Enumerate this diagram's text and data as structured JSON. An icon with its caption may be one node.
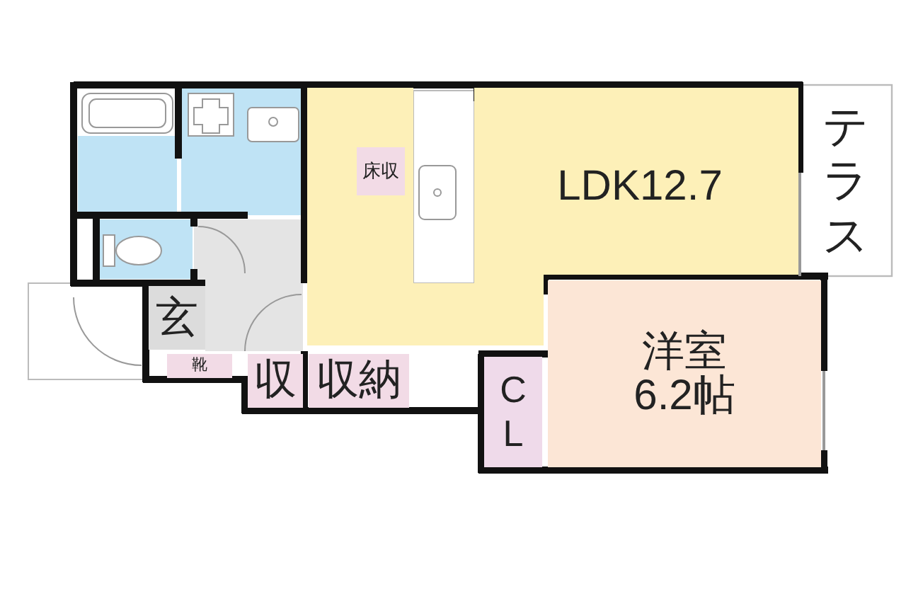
{
  "diagram": {
    "nodes": [
      {
        "text": [
          "LDK12.7"
        ]
      },
      {
        "text": [
          "床収"
        ],
        "in": 0
      },
      {
        "text": [
          "テラス"
        ]
      },
      {
        "text": [
          "玄"
        ]
      },
      {
        "text": [
          "靴"
        ]
      },
      {
        "text": [
          "収"
        ]
      },
      {
        "text": [
          "収納"
        ]
      },
      {
        "text": [
          "洋室6.2帖"
        ]
      },
      {
        "text": [
          "CL"
        ]
      }
    ]
  }
}
